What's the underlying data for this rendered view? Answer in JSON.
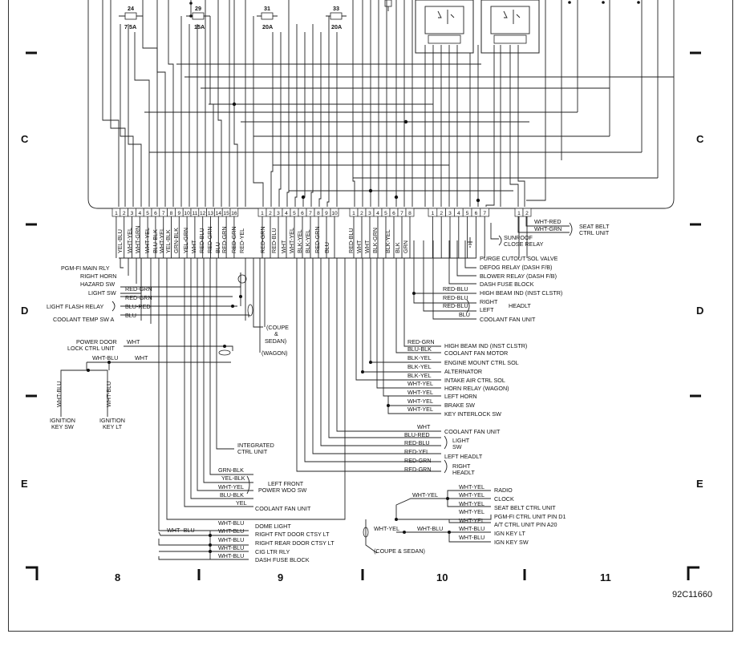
{
  "fuses": [
    {
      "num": "24",
      "rating": "7.5A"
    },
    {
      "num": "29",
      "rating": "15A"
    },
    {
      "num": "31",
      "rating": "20A"
    },
    {
      "num": "33",
      "rating": "20A"
    }
  ],
  "zone_letters": [
    "C",
    "D",
    "E"
  ],
  "zone_numbers": [
    "8",
    "9",
    "10",
    "11"
  ],
  "figure_id": "92C11660",
  "connectors": {
    "a_pins": [
      "1",
      "2",
      "3",
      "4",
      "5",
      "6",
      "7",
      "8",
      "9",
      "10",
      "11",
      "12",
      "13",
      "14",
      "15",
      "16"
    ],
    "b_pins": [
      "1",
      "2",
      "3",
      "4",
      "5",
      "6",
      "7",
      "8",
      "9",
      "10"
    ],
    "c_pins": [
      "1",
      "2",
      "3",
      "4",
      "5",
      "6",
      "7",
      "8"
    ],
    "d_pins": [
      "1",
      "2",
      "3",
      "4",
      "5",
      "6",
      "7"
    ],
    "e_pins": [
      "1",
      "2"
    ]
  },
  "vertical_wires": [
    "YEL-BLU",
    "WHT-YEL",
    "WHT-GRN",
    "WHT-YEL",
    "BLU-BLK",
    "WHT-YEL",
    "YEL-BLK",
    "GRN-BLK",
    "YEL-GRN",
    "WHT",
    "RED-BLU",
    "RED-GRN",
    "BLU",
    "RED-GRN",
    "RED-GRN",
    "RED-YEL",
    "RED-GRN",
    "RED-BLU",
    "WHT",
    "WHT-YEL",
    "BLK-YEL",
    "BLK-YEL",
    "RED-GRN",
    "BLU",
    "RED-BLU",
    "WHT",
    "WHT",
    "BLK-GRN",
    "BLK-YEL",
    "BLK",
    "GRN"
  ],
  "left_labels": [
    {
      "text": "PGM-FI MAIN RLY"
    },
    {
      "text": "RIGHT HORN"
    },
    {
      "text": "HAZARD SW"
    },
    {
      "text": "LIGHT SW"
    },
    {
      "text": "LIGHT FLASH RELAY"
    },
    {
      "text": "COOLANT TEMP SW A"
    },
    {
      "text": "POWER DOOR"
    },
    {
      "text": "LOCK CTRL UNIT"
    },
    {
      "text": "IGNITION"
    },
    {
      "text": "KEY SW"
    },
    {
      "text": "IGNITION"
    },
    {
      "text": "KEY LT"
    }
  ],
  "left_wire_colors": [
    "RED-GRN",
    "RED-GRN",
    "BLU-RED",
    "BLU",
    "WHT",
    "WHT-BLU",
    "WHT",
    "WHT-BLU",
    "WHT-BLU"
  ],
  "notes": [
    "(COUPE",
    "&",
    "SEDAN)",
    "(WAGON)",
    "(COUPE & SEDAN)"
  ],
  "right_labels": [
    {
      "text": "PURGE CUTOUT SOL VALVE"
    },
    {
      "text": "DEFOG RELAY (DASH F/B)"
    },
    {
      "text": "BLOWER RELAY (DASH F/B)"
    },
    {
      "text": "DASH FUSE BLOCK"
    },
    {
      "text": "HIGH BEAM IND (INST CLSTR)"
    },
    {
      "text": "RIGHT"
    },
    {
      "text": "LEFT"
    },
    {
      "text": "HEADLT"
    },
    {
      "text": "COOLANT FAN UNIT"
    },
    {
      "text": "HIGH BEAM IND (INST CLSTR)"
    },
    {
      "text": "COOLANT FAN MOTOR"
    },
    {
      "text": "ENGINE MOUNT CTRL SOL"
    },
    {
      "text": "ALTERNATOR"
    },
    {
      "text": "INTAKE AIR CTRL SOL"
    },
    {
      "text": "HORN RELAY (WAGON)"
    },
    {
      "text": "LEFT HORN"
    },
    {
      "text": "BRAKE SW"
    },
    {
      "text": "KEY INTERLOCK SW"
    },
    {
      "text": "COOLANT FAN UNIT"
    },
    {
      "text": "LIGHT"
    },
    {
      "text": "SW"
    },
    {
      "text": "LEFT HEADLT"
    },
    {
      "text": "RIGHT"
    },
    {
      "text": "HEADLT"
    },
    {
      "text": "SEAT BELT"
    },
    {
      "text": "CTRL UNIT"
    },
    {
      "text": "SUNROOF"
    },
    {
      "text": "CLOSE RELAY"
    }
  ],
  "right_wire_colors": [
    "RED-BLU",
    "RED-BLU",
    "RED-BLU",
    "BLU",
    "RED-GRN",
    "BLU-BLK",
    "BLK-YEL",
    "BLK-YEL",
    "BLK-YEL",
    "WHT-YEL",
    "WHT-YEL",
    "WHT-YEL",
    "WHT-YEL",
    "WHT",
    "BLU-RED",
    "RED-BLU",
    "RED-YEL",
    "RED-GRN",
    "RED-GRN",
    "WHT-RED",
    "WHT-GRN"
  ],
  "middle_labels": [
    {
      "text": "INTEGRATED"
    },
    {
      "text": "CTRL UNIT"
    },
    {
      "text": "LEFT FRONT"
    },
    {
      "text": "POWER WDO SW"
    },
    {
      "text": "COOLANT FAN UNIT"
    },
    {
      "text": "DOME LIGHT"
    },
    {
      "text": "RIGHT FNT DOOR CTSY LT"
    },
    {
      "text": "RIGHT REAR DOOR CTSY LT"
    },
    {
      "text": "CIG LTR RLY"
    },
    {
      "text": "DASH FUSE BLOCK"
    }
  ],
  "middle_wire_colors": [
    "GRN-BLK",
    "YEL-BLK",
    "WHT-YEL",
    "BLU-BLK",
    "YEL",
    "WHT-BLU",
    "WHT-BLU",
    "WHT-BLU",
    "WHT-BLU",
    "WHT-BLU",
    "WHT--BLU"
  ],
  "bottom_right_labels": [
    {
      "text": "RADIO"
    },
    {
      "text": "CLOCK"
    },
    {
      "text": "SEAT BELT CTRL UNIT"
    },
    {
      "text": "PGM-FI CTRL UNIT PIN D1"
    },
    {
      "text": "A/T CTRL UNIT PIN A20"
    },
    {
      "text": "IGN KEY LT"
    },
    {
      "text": "IGN KEY SW"
    }
  ],
  "bottom_right_wire_colors": [
    "WHT-YEL",
    "WHT-YEL",
    "WHT-YEL",
    "WHT-YEL",
    "WHT-YEL",
    "WHT-BLU",
    "WHT-BLU",
    "WHT-YEL",
    "WHT-YEL",
    "WHT-BLU"
  ]
}
